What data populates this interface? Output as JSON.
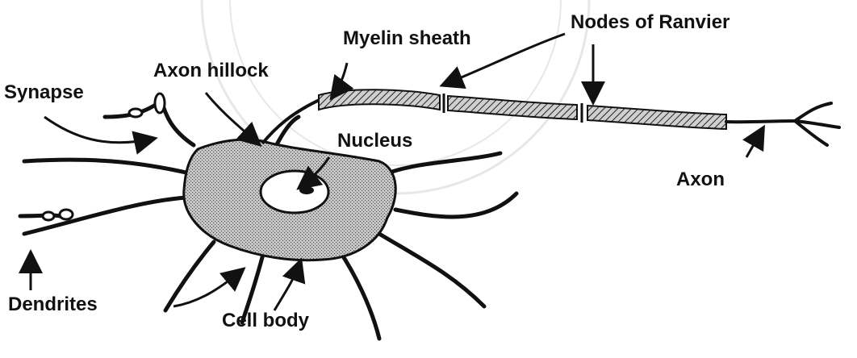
{
  "diagram": {
    "labels": {
      "synapse": "Synapse",
      "axon_hillock": "Axon hillock",
      "myelin_sheath": "Myelin sheath",
      "nodes_of_ranvier": "Nodes of Ranvier",
      "nucleus": "Nucleus",
      "axon": "Axon",
      "dendrites": "Dendrites",
      "cell_body": "Cell body"
    },
    "colors": {
      "ink": "#111111",
      "cell_fill": "#b8b8b8",
      "myelin_fill": "#9a9a9a",
      "watermark": "#cfcfcf"
    }
  }
}
